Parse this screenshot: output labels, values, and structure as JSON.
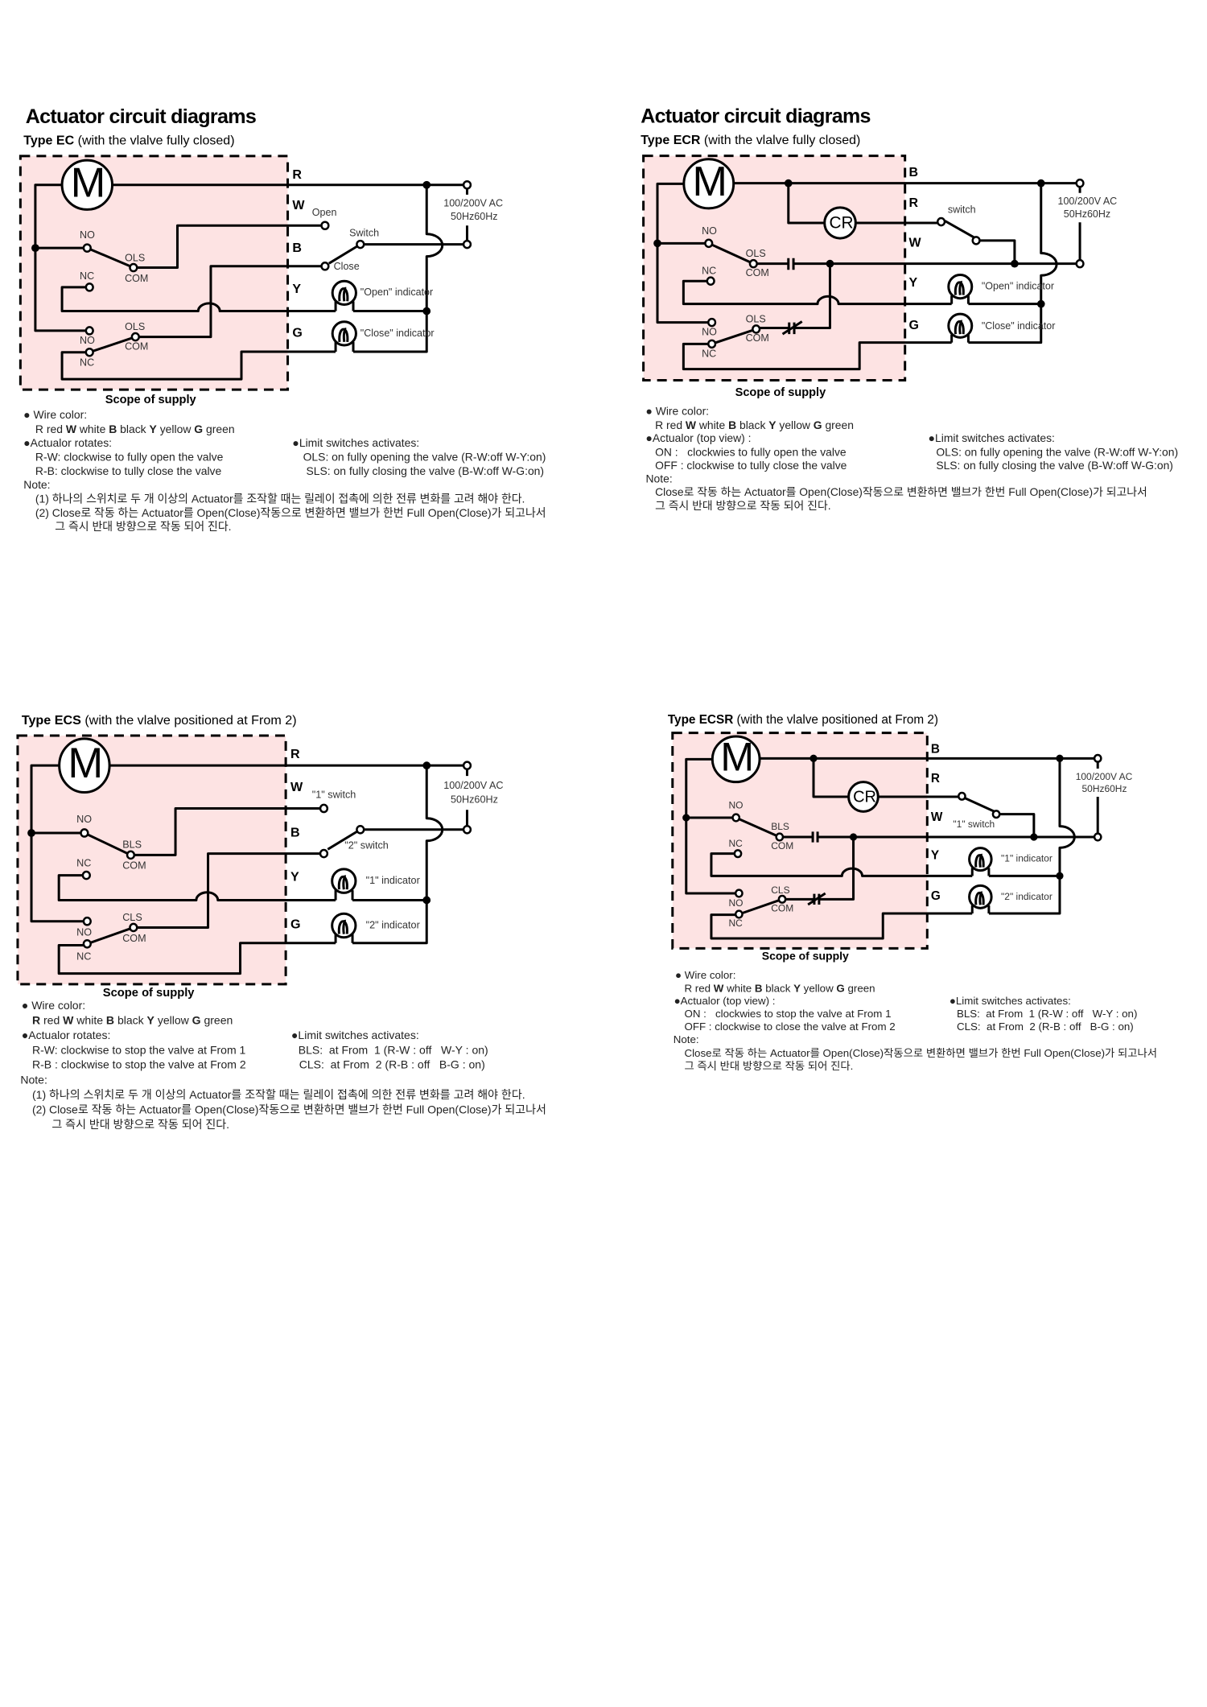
{
  "panels": [
    {
      "heading": "Actuator circuit diagrams",
      "type": "Type EC",
      "type_desc": " (with the vlalve fully closed)",
      "terminals": [
        "R",
        "W",
        "B",
        "Y",
        "G"
      ],
      "labels": {
        "motor": "M",
        "out1": "Open",
        "switch": "Switch",
        "out2": "Close",
        "supply_v": "100/200V AC",
        "supply_hz": "50Hz60Hz",
        "ind1": "\"Open\" indicator",
        "ind2": "\"Close\" indicator",
        "sw1_no": "NO",
        "sw1_name": "OLS",
        "sw1_com": "COM",
        "sw1_nc": "NC",
        "sw2_no": "NO",
        "sw2_name": "OLS",
        "sw2_com": "COM",
        "sw2_nc": "NC",
        "scope": "Scope of supply"
      },
      "notes": {
        "wire_heading": "● Wire color:",
        "wire_colors": [
          {
            "code": "R",
            "name": " red "
          },
          {
            "code": "W",
            "name": " white "
          },
          {
            "code": "B",
            "name": " black "
          },
          {
            "code": "Y",
            "name": " yellow "
          },
          {
            "code": "G",
            "name": " green"
          }
        ],
        "rotate_heading": "●Actualor rotates:",
        "rotate_lines": [
          "R-W: clockwise to fully open the valve",
          "R-B: clockwise to tully close the valve"
        ],
        "limit_heading": "●Limit switches activates:",
        "limit_lines": [
          "OLS: on fully opening the valve (R-W:off W-Y:on)",
          "SLS: on fully closing the valve (B-W:off W-G:on)"
        ],
        "note_heading": "Note:",
        "note_lines": [
          "(1) 하나의 스위치로 두 개 이상의 Actuator를 조작할 때는 릴레이 접촉에 의한 전류 변화를 고려 해야 한다.",
          "(2) Close로 작동 하는 Actuator를 Open(Close)작동으로 변환하면 밸브가 한번 Full Open(Close)가 되고나서",
          "그 즉시 반대 방향으로 작동 되어 진다."
        ]
      }
    },
    {
      "heading": "Actuator circuit diagrams",
      "type": "Type ECR",
      "type_desc": " (with the vlalve fully closed)",
      "terminals": [
        "B",
        "R",
        "W",
        "Y",
        "G"
      ],
      "labels": {
        "motor": "M",
        "relay": "CR",
        "switch": "switch",
        "supply_v": "100/200V AC",
        "supply_hz": "50Hz60Hz",
        "ind1": "\"Open\" indicator",
        "ind2": "\"Close\" indicator",
        "sw1_no": "NO",
        "sw1_name": "OLS",
        "sw1_com": "COM",
        "sw1_nc": "NC",
        "sw2_no": "NO",
        "sw2_name": "OLS",
        "sw2_com": "COM",
        "sw2_nc": "NC",
        "scope": "Scope of supply"
      },
      "notes": {
        "wire_heading": "● Wire color:",
        "wire_colors": [
          {
            "code": "R",
            "name": " red "
          },
          {
            "code": "W",
            "name": " white "
          },
          {
            "code": "B",
            "name": " black "
          },
          {
            "code": "Y",
            "name": " yellow "
          },
          {
            "code": "G",
            "name": " green"
          }
        ],
        "rotate_heading": "●Actualor (top view) :",
        "rotate_lines": [
          "ON :   clockwies to fully open the valve",
          "OFF : clockwise to tully close the valve"
        ],
        "limit_heading": "●Limit switches activates:",
        "limit_lines": [
          "OLS: on fully opening the valve (R-W:off W-Y:on)",
          "SLS: on fully closing the valve (B-W:off W-G:on)"
        ],
        "note_heading": "Note:",
        "note_lines": [
          "Close로 작동 하는 Actuator를 Open(Close)작동으로 변환하면 밸브가 한번 Full Open(Close)가 되고나서",
          "그 즉시 반대 방향으로 작동 되어 진다."
        ]
      }
    },
    {
      "type": "Type ECS",
      "type_desc": " (with the vlalve positioned at From 2)",
      "terminals": [
        "R",
        "W",
        "B",
        "Y",
        "G"
      ],
      "labels": {
        "motor": "M",
        "out1": "\"1\" switch",
        "out2": "\"2\" switch",
        "supply_v": "100/200V AC",
        "supply_hz": "50Hz60Hz",
        "ind1": "\"1\" indicator",
        "ind2": "\"2\" indicator",
        "sw1_no": "NO",
        "sw1_name": "BLS",
        "sw1_com": "COM",
        "sw1_nc": "NC",
        "sw2_no": "NO",
        "sw2_name": "CLS",
        "sw2_com": "COM",
        "sw2_nc": "NC",
        "scope": "Scope of supply"
      },
      "notes": {
        "wire_heading": "● Wire color:",
        "wire_colors": [
          {
            "code": "R",
            "name": " red "
          },
          {
            "code": "W",
            "name": " white "
          },
          {
            "code": "B",
            "name": " black "
          },
          {
            "code": "Y",
            "name": " yellow "
          },
          {
            "code": "G",
            "name": " green"
          }
        ],
        "rotate_heading": "●Actualor rotates:",
        "rotate_lines": [
          "R-W: clockwise to stop the valve at From 1",
          "R-B : clockwise to stop the valve at From 2"
        ],
        "limit_heading": "●Limit switches activates:",
        "limit_lines": [
          "BLS:  at From  1 (R-W : off   W-Y : on)",
          "CLS:  at From  2 (R-B : off   B-G : on)"
        ],
        "note_heading": "Note:",
        "note_lines": [
          "(1) 하나의 스위치로 두 개 이상의 Actuator를 조작할 때는 릴레이 접촉에 의한 전류 변화를 고려 해야 한다.",
          "(2) Close로 작동 하는 Actuator를 Open(Close)작동으로 변환하면 밸브가 한번 Full Open(Close)가 되고나서",
          "그 즉시 반대 방향으로 작동 되어 진다."
        ]
      }
    },
    {
      "type": "Type ECSR",
      "type_desc": " (with the vlalve positioned at From 2)",
      "terminals": [
        "B",
        "R",
        "W",
        "Y",
        "G"
      ],
      "labels": {
        "motor": "M",
        "relay": "CR",
        "switch": "\"1\" switch",
        "supply_v": "100/200V AC",
        "supply_hz": "50Hz60Hz",
        "ind1": "\"1\" indicator",
        "ind2": "\"2\" indicator",
        "sw1_no": "NO",
        "sw1_name": "BLS",
        "sw1_com": "COM",
        "sw1_nc": "NC",
        "sw2_no": "NO",
        "sw2_name": "CLS",
        "sw2_com": "COM",
        "sw2_nc": "NC",
        "scope": "Scope of supply"
      },
      "notes": {
        "wire_heading": "● Wire color:",
        "wire_colors": [
          {
            "code": "R",
            "name": " red "
          },
          {
            "code": "W",
            "name": " white "
          },
          {
            "code": "B",
            "name": " black "
          },
          {
            "code": "Y",
            "name": " yellow "
          },
          {
            "code": "G",
            "name": " green"
          }
        ],
        "rotate_heading": "●Actualor (top view) :",
        "rotate_lines": [
          "ON :   clockwies to stop the valve at From 1",
          "OFF : clockwise to close the valve at From 2"
        ],
        "limit_heading": "●Limit switches activates:",
        "limit_lines": [
          "BLS:  at From  1 (R-W : off   W-Y : on)",
          "CLS:  at From  2 (R-B : off   B-G : on)"
        ],
        "note_heading": "Note:",
        "note_lines": [
          "Close로 작동 하는 Actuator를 Open(Close)작동으로 변환하면 밸브가 한번 Full Open(Close)가 되고나서",
          "그 즉시 반대 방향으로 작동 되어 진다."
        ]
      }
    }
  ]
}
